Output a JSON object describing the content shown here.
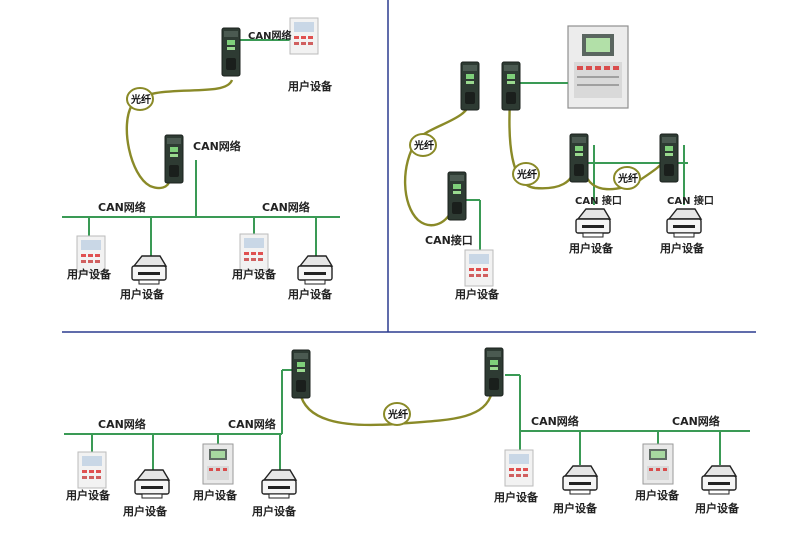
{
  "labels": {
    "can_network": "CAN网络",
    "fiber": "光纤",
    "user_device": "用户设备",
    "can_interface": "CAN接口",
    "can_interface_spaced": "CAN 接口"
  },
  "colors": {
    "network_line": "#3a9a55",
    "fiber_line": "#8a8a28",
    "divider": "#2b3b8f"
  }
}
